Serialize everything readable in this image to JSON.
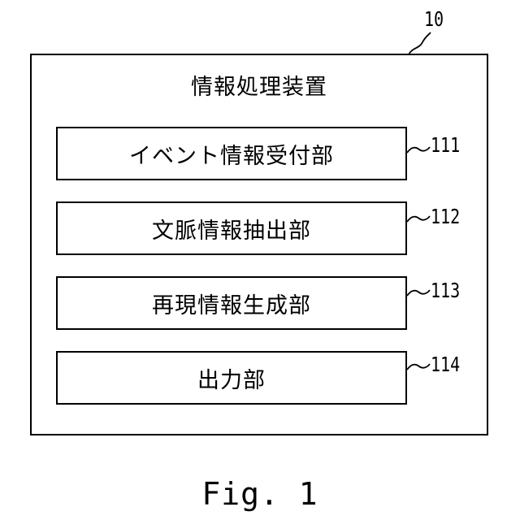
{
  "device": {
    "ref": "10",
    "title": "情報処理装置"
  },
  "modules": [
    {
      "ref": "111",
      "label": "イベント情報受付部"
    },
    {
      "ref": "112",
      "label": "文脈情報抽出部"
    },
    {
      "ref": "113",
      "label": "再現情報生成部"
    },
    {
      "ref": "114",
      "label": "出力部"
    }
  ],
  "caption": "Fig. 1"
}
